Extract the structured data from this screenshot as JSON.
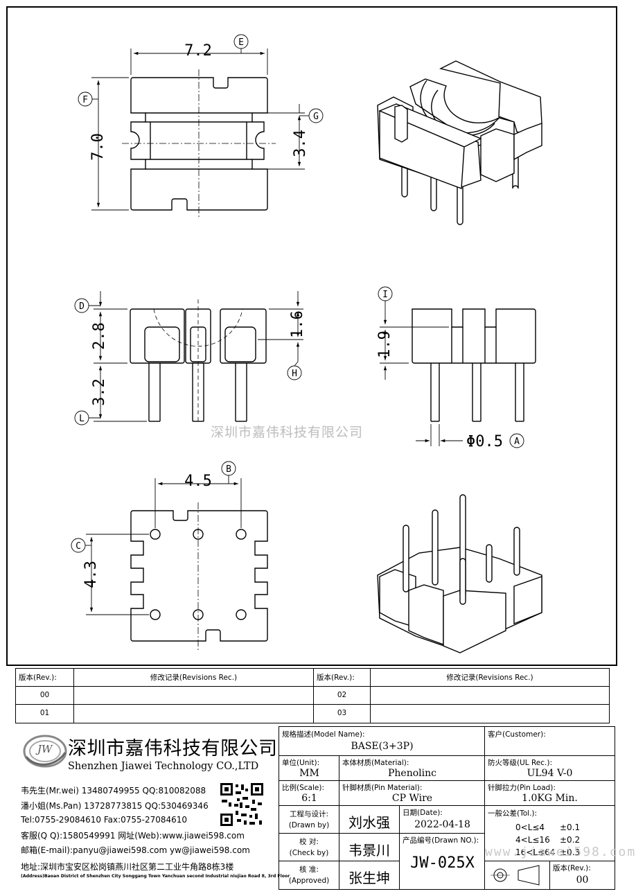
{
  "dimensions": {
    "width": "7.2",
    "width_tag": "E",
    "height": "7.0",
    "height_tag": "F",
    "slot_gap": "3.4",
    "slot_gap_tag": "G",
    "body_height": "2.8",
    "body_height_tag": "D",
    "slot_depth": "1.6",
    "slot_depth_tag": "H",
    "pin_length": "3.2",
    "pin_length_tag": "L",
    "side_height": "1.9",
    "side_height_tag": "I",
    "pin_diameter": "Φ0.5",
    "pin_diameter_tag": "A",
    "pin_pitch_x": "4.5",
    "pin_pitch_x_tag": "B",
    "pin_pitch_y": "4.3",
    "pin_pitch_y_tag": "C"
  },
  "watermark": "深圳市嘉伟科技有限公司",
  "watermark_url": "www.jiawei598.com",
  "revisions": {
    "header_rev": "版本(Rev.):",
    "header_rec": "修改记录(Revisions Rec.)",
    "rows": [
      {
        "left_rev": "00",
        "right_rev": "02"
      },
      {
        "left_rev": "01",
        "right_rev": "03"
      }
    ]
  },
  "company": {
    "logo_text": "JW",
    "name_cn": "深圳市嘉伟科技有限公司",
    "name_en": "Shenzhen Jiawei Technology CO.,LTD",
    "contact_lines": [
      "韦先生(Mr.wei) 13480749955 QQ:810082088",
      "潘小姐(Ms.Pan) 13728773815 QQ:530469346",
      "Tel:0755-29084610      Fax:0755-27084610",
      "客服(Q Q):1580549991    网址(Web):www.jiawei598.com",
      "邮箱(E-mail):panyu@jiawei598.com   yw@jiawei598.com",
      "地址:深圳市宝安区松岗镇燕川社区第二工业牛角路8栋3楼"
    ],
    "address_en": "(Address)Baoan District of Shenzhen City Songgang Town Yanchuan  second Industrial niujiao Road 8, 3rd Floor"
  },
  "title_block": {
    "model_label": "规格描述(Model Name):",
    "model_value": "BASE(3+3P)",
    "customer_label": "客户(Customer):",
    "customer_value": "",
    "unit_label": "单位(Unit):",
    "unit_value": "MM",
    "material_label": "本体材质(Material):",
    "material_value": "Phenolinc",
    "ul_label": "防火等级(UL Rec.):",
    "ul_value": "UL94 V-0",
    "scale_label": "比例(Scale):",
    "scale_value": "6:1",
    "pin_material_label": "针脚材质(Pin Material):",
    "pin_material_value": "CP Wire",
    "pin_load_label": "针脚拉力(Pin Load):",
    "pin_load_value": "1.0KG Min.",
    "drawn_label": "工程与设计:",
    "drawn_label_en": "(Drawn by)",
    "drawn_value": "刘水强",
    "date_label": "日期(Date):",
    "date_value": "2022-04-18",
    "check_label": "校 对:",
    "check_label_en": "(Check by)",
    "check_value": "韦景川",
    "drawing_no_label": "产品编号(Drawn NO.):",
    "drawing_no_value": "JW-025X",
    "approve_label": "核 准:",
    "approve_label_en": "(Approved)",
    "approve_value": "张生坤",
    "tol_label": "一般公差(Tol.):",
    "tol_rows": [
      {
        "range": "0<L≤4",
        "value": "±0.1"
      },
      {
        "range": "4<L≤16",
        "value": "±0.2"
      },
      {
        "range": "16<L≤64",
        "value": "±0.3"
      }
    ],
    "rev_label": "版本(Rev.):",
    "rev_value": "00"
  }
}
